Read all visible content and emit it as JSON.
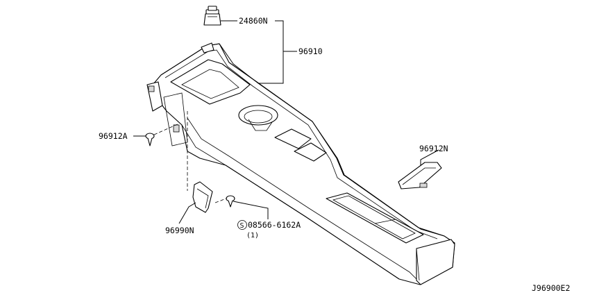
{
  "diagram": {
    "parts": [
      {
        "id": "p-24860N",
        "label": "24860N"
      },
      {
        "id": "p-96910",
        "label": "96910"
      },
      {
        "id": "p-96912A",
        "label": "96912A"
      },
      {
        "id": "p-96912N",
        "label": "96912N"
      },
      {
        "id": "p-96990N",
        "label": "96990N"
      },
      {
        "id": "p-08566",
        "label": "08566-6162A",
        "symbol": "S",
        "quantity": "(1)"
      }
    ],
    "drawing_code": "J96900E2"
  }
}
